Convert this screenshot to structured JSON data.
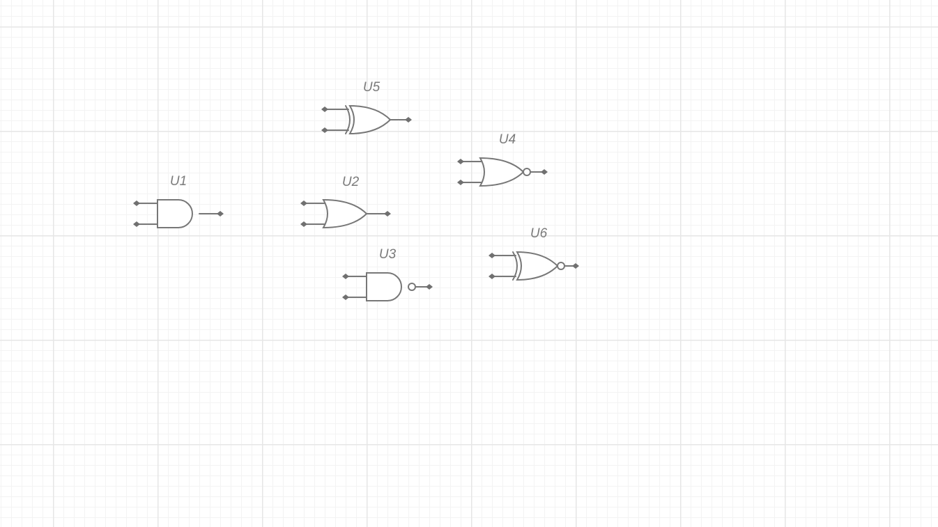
{
  "canvas": {
    "background": "#ffffff",
    "grid_major": "#e6e6e6",
    "grid_minor": "#f3f3f3"
  },
  "stroke_color": "#777777",
  "gates": [
    {
      "id": "u1",
      "label": "U1",
      "type": "AND"
    },
    {
      "id": "u2",
      "label": "U2",
      "type": "OR"
    },
    {
      "id": "u3",
      "label": "U3",
      "type": "NAND"
    },
    {
      "id": "u4",
      "label": "U4",
      "type": "NOR"
    },
    {
      "id": "u5",
      "label": "U5",
      "type": "XOR"
    },
    {
      "id": "u6",
      "label": "U6",
      "type": "XNOR"
    }
  ]
}
